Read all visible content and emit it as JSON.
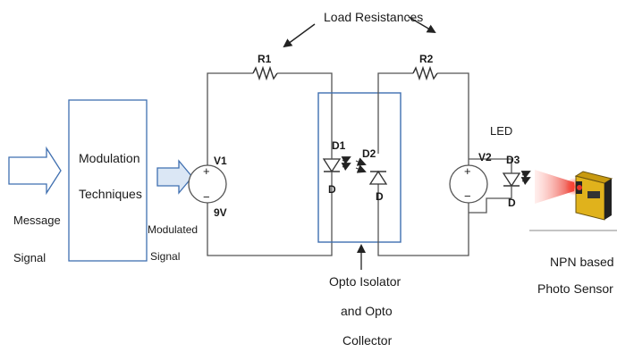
{
  "labels": {
    "load_resistances": "Load Resistances",
    "r1": "R1",
    "r2": "R2",
    "v1": "V1",
    "v1_value": "9V",
    "v2": "V2",
    "d1": "D1",
    "d1_sub": "D",
    "d2": "D2",
    "d2_sub": "D",
    "d3": "D3",
    "d3_sub": "D",
    "led": "LED",
    "modulation_line1": "Modulation",
    "modulation_line2": "Techniques",
    "message_line1": "Message",
    "message_line2": "Signal",
    "modulated_line1": "Modulated",
    "modulated_line2": "Signal",
    "opto_line1": "Opto Isolator",
    "opto_line2": "and Opto",
    "opto_line3": "Collector",
    "sensor_line1": "NPN based",
    "sensor_line2": "Photo Sensor",
    "plus": "+",
    "minus": "−"
  },
  "colors": {
    "box_blue": "#3f6fb0",
    "arrow_fill": "#dbe7f5",
    "laser_red": "#e8352b",
    "sensor_yellow": "#e0b21c"
  }
}
